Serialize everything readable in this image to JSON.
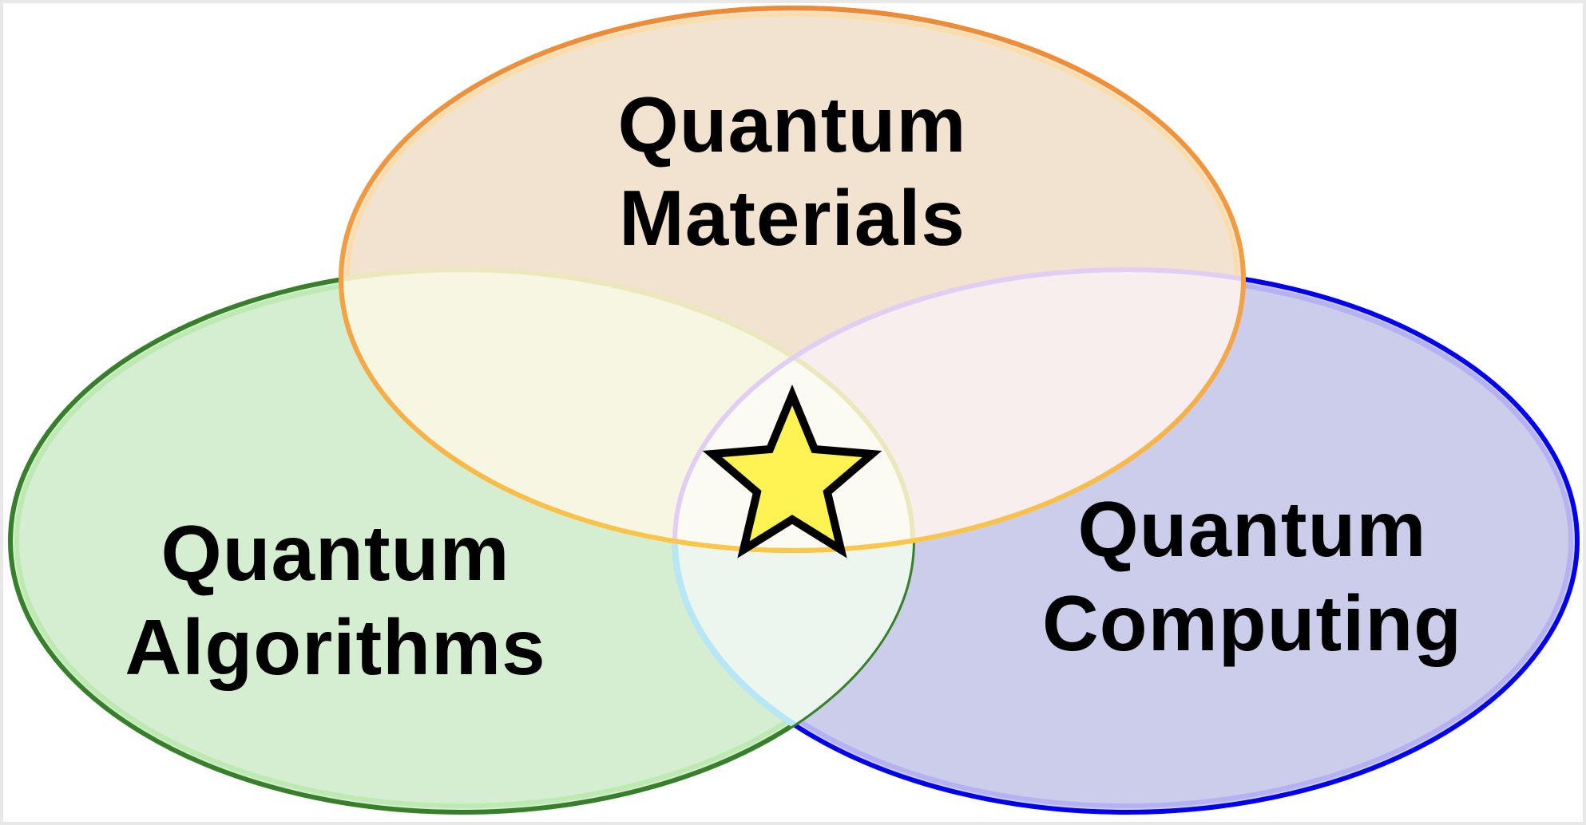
{
  "diagram": {
    "sets": [
      {
        "id": "materials",
        "label_lines": [
          "Quantum",
          "Materials"
        ],
        "fill": "#f1e1cc",
        "stroke": "#ee8a35",
        "inner_stroke": "#ffcc66"
      },
      {
        "id": "algorithms",
        "label_lines": [
          "Quantum",
          "Algorithms"
        ],
        "fill": "#d3edcf",
        "stroke": "#377f2b",
        "inner_stroke": "#b5e8a8"
      },
      {
        "id": "computing",
        "label_lines": [
          "Quantum",
          "Computing"
        ],
        "fill": "#cccdeb",
        "stroke": "#0000ee",
        "inner_stroke": "#a9a6f5"
      }
    ],
    "center_marker": {
      "icon": "star-icon",
      "fill": "#fff353",
      "stroke": "#000000"
    },
    "border_color": "#e8e8e8"
  }
}
